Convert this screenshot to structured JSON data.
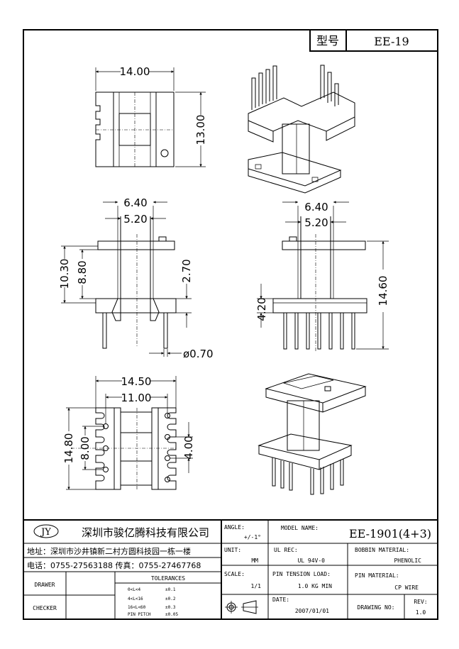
{
  "header": {
    "model_label": "型号",
    "model_value": "EE-19"
  },
  "dimensions": {
    "top_width": "14.00",
    "top_height": "13.00",
    "front_outer_width": "6.40",
    "front_inner_width": "5.20",
    "front_total_height": "10.30",
    "front_winding_height": "8.80",
    "front_base_height": "2.70",
    "pin_diameter": "ø0.70",
    "side_outer_width": "6.40",
    "side_inner_width": "5.20",
    "side_total_height": "14.60",
    "side_base_height": "4.20",
    "bottom_width": "14.50",
    "bottom_pin_span": "11.00",
    "bottom_height": "14.80",
    "bottom_pin_spacing_left": "8.00",
    "bottom_pin_spacing_right": "4.00"
  },
  "title_block": {
    "logo": "JY",
    "company": "深圳市骏亿腾科技有限公司",
    "address": "地址：深圳市沙井镇新二村方圆科技园一栋一楼",
    "phone": "电话：0755-27563188  传真：0755-27467768",
    "drawer_label": "DRAWER",
    "checker_label": "CHECKER",
    "tolerances_title": "TOLERANCES",
    "tolerances": [
      {
        "range": "0<L<4",
        "value": "±0.1"
      },
      {
        "range": "4<L<16",
        "value": "±0.2"
      },
      {
        "range": "16<L<60",
        "value": "±0.3"
      },
      {
        "range": "PIN PITCH",
        "value": "±0.05"
      }
    ],
    "angle_label": "ANGLE:",
    "angle_value": "+/-1°",
    "unit_label": "UNIT:",
    "unit_value": "MM",
    "scale_label": "SCALE:",
    "scale_value": "1/1",
    "model_name_label": "MODEL NAME:",
    "model_name_value": "EE-1901(4+3)",
    "ul_rec_label": "UL REC:",
    "ul_rec_value": "UL 94V-0",
    "bobbin_material_label": "BOBBIN MATERIAL:",
    "bobbin_material_value": "PHENOLIC",
    "pin_tension_label": "PIN TENSION LOAD:",
    "pin_tension_value": "1.0 KG MIN",
    "pin_material_label": "PIN MATERIAL:",
    "pin_material_value": "CP WIRE",
    "date_label": "DATE:",
    "date_value": "2007/01/01",
    "drawing_no_label": "DRAWING NO:",
    "rev_label": "REV:",
    "rev_value": "1.0"
  }
}
